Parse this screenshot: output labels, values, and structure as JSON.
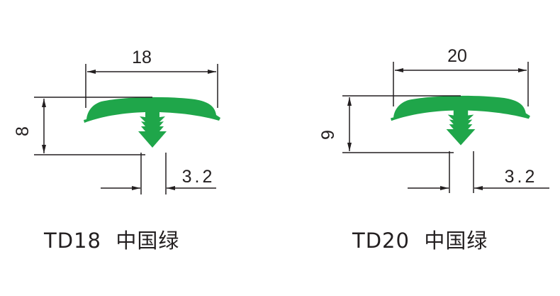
{
  "colors": {
    "profile": "#1fa64a",
    "line": "#231f20"
  },
  "profiles": [
    {
      "width": "18",
      "height": "8",
      "stem": "3.2",
      "label": "TD18  中国绿"
    },
    {
      "width": "20",
      "height": "9",
      "stem": "3.2",
      "label": "TD20  中国绿"
    }
  ]
}
